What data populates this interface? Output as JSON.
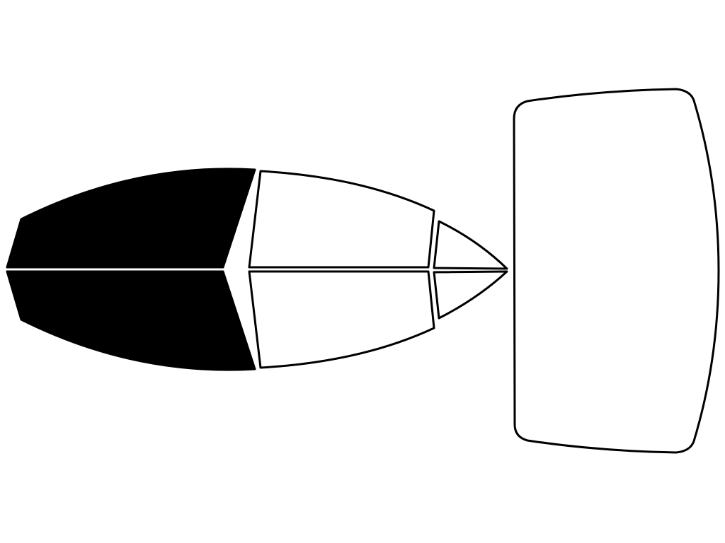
{
  "diagram": {
    "colors": {
      "outline": "#000000",
      "tinted_fill": "#000000",
      "clear_fill": "#ffffff",
      "background": "#ffffff"
    },
    "windows": [
      {
        "id": "front-door-window-upper",
        "tinted": true
      },
      {
        "id": "front-door-window-lower",
        "tinted": true
      },
      {
        "id": "rear-door-window-upper",
        "tinted": false
      },
      {
        "id": "rear-door-window-lower",
        "tinted": false
      },
      {
        "id": "quarter-window-upper",
        "tinted": false
      },
      {
        "id": "quarter-window-lower",
        "tinted": false
      },
      {
        "id": "rear-windshield",
        "tinted": false
      }
    ]
  }
}
